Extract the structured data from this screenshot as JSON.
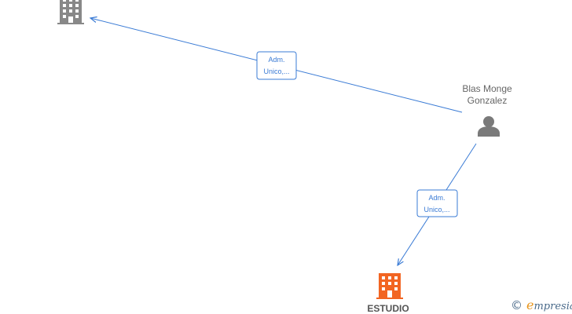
{
  "nodes": {
    "company_top": {
      "name": "",
      "color": "#888888"
    },
    "person": {
      "name_line1": "Blas Monge",
      "name_line2": "Gonzalez",
      "color": "#7a7a7a"
    },
    "company_estudio": {
      "name": "ESTUDIO",
      "color": "#f26522"
    }
  },
  "edges": {
    "to_company_top": {
      "label_line1": "Adm.",
      "label_line2": "Unico,...",
      "color": "#3a7bd5"
    },
    "to_company_estudio": {
      "label_line1": "Adm.",
      "label_line2": "Unico,...",
      "color": "#3a7bd5"
    }
  },
  "footer": {
    "copyright_symbol": "©",
    "brand_initial": "e",
    "brand_rest": "mpresia"
  }
}
